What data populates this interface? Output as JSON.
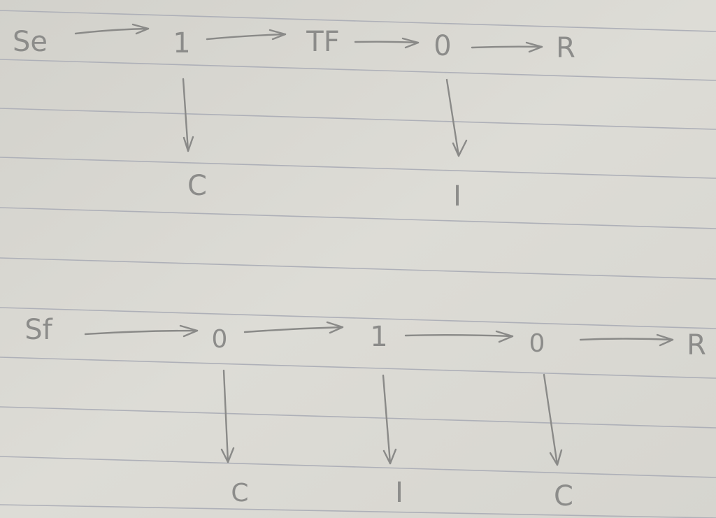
{
  "diagram_a": {
    "nodes": {
      "se": "Se",
      "one": "1",
      "tf": "TF",
      "zero": "0",
      "r": "R",
      "c": "C",
      "i": "I"
    }
  },
  "diagram_b": {
    "nodes": {
      "sf": "Sf",
      "zero_1": "0",
      "one": "1",
      "zero_2": "0",
      "r": "R",
      "c_1": "C",
      "i": "I",
      "c_2": "C"
    }
  }
}
